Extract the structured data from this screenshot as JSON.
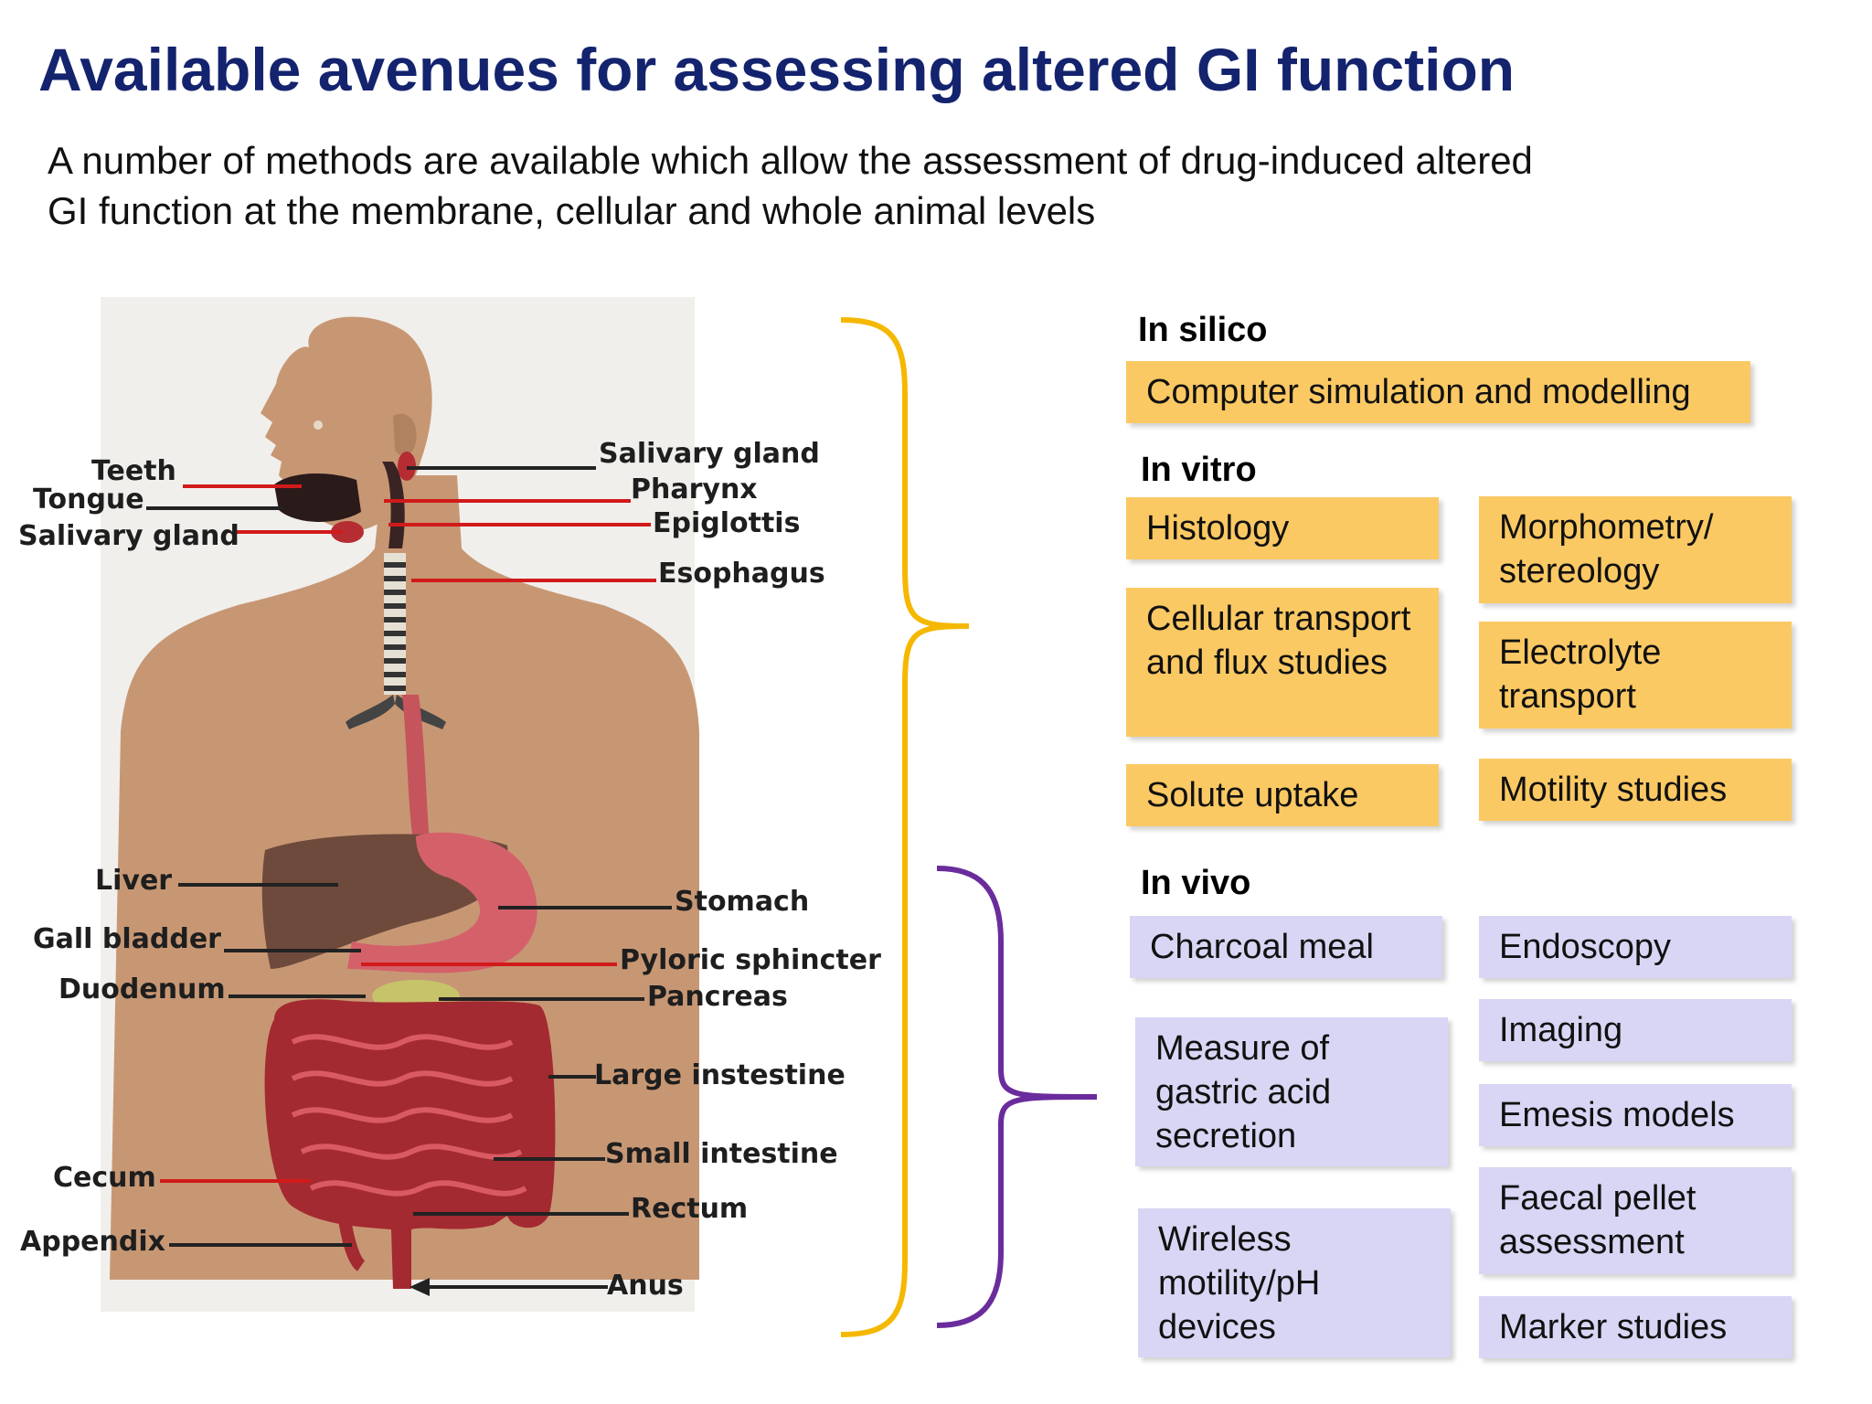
{
  "title": "Available avenues for assessing altered GI function",
  "subtitle_lines": [
    "A number of methods are available which allow the assessment of drug-induced altered",
    "GI function at the membrane, cellular and whole animal levels"
  ],
  "diagram_labels": {
    "teeth": "Teeth",
    "tongue": "Tongue",
    "salivary_gland_left": "Salivary gland",
    "salivary_gland_right": "Salivary gland",
    "pharynx": "Pharynx",
    "epiglottis": "Epiglottis",
    "esophagus": "Esophagus",
    "liver": "Liver",
    "gall_bladder": "Gall bladder",
    "duodenum": "Duodenum",
    "stomach": "Stomach",
    "pyloric_sphincter": "Pyloric sphincter",
    "pancreas": "Pancreas",
    "large_intestine": "Large instestine",
    "small_intestine": "Small intestine",
    "rectum": "Rectum",
    "anus": "Anus",
    "cecum": "Cecum",
    "appendix": "Appendix"
  },
  "sections": {
    "in_silico": {
      "heading": "In silico",
      "items": [
        "Computer simulation and modelling"
      ]
    },
    "in_vitro": {
      "heading": "In vitro",
      "left": [
        "Histology",
        "Cellular transport and flux studies",
        "Solute uptake"
      ],
      "right": [
        "Morphometry/ stereology",
        "Electrolyte transport",
        "Motility studies"
      ]
    },
    "in_vivo": {
      "heading": "In vivo",
      "left": [
        "Charcoal meal",
        "Measure of gastric acid secretion",
        "Wireless motility/pH devices"
      ],
      "right": [
        "Endoscopy",
        "Imaging",
        "Emesis models",
        "Faecal pellet assessment",
        "Marker studies"
      ]
    }
  },
  "colors": {
    "title": "#14236e",
    "in_vitro_box": "#fbc963",
    "in_vivo_box": "#d8d6f4",
    "yellow_brace": "#f5b800",
    "purple_brace": "#6a2c9c",
    "red_leader": "#d11a1a",
    "skin": "#c79774",
    "organ": "#b52d33"
  }
}
